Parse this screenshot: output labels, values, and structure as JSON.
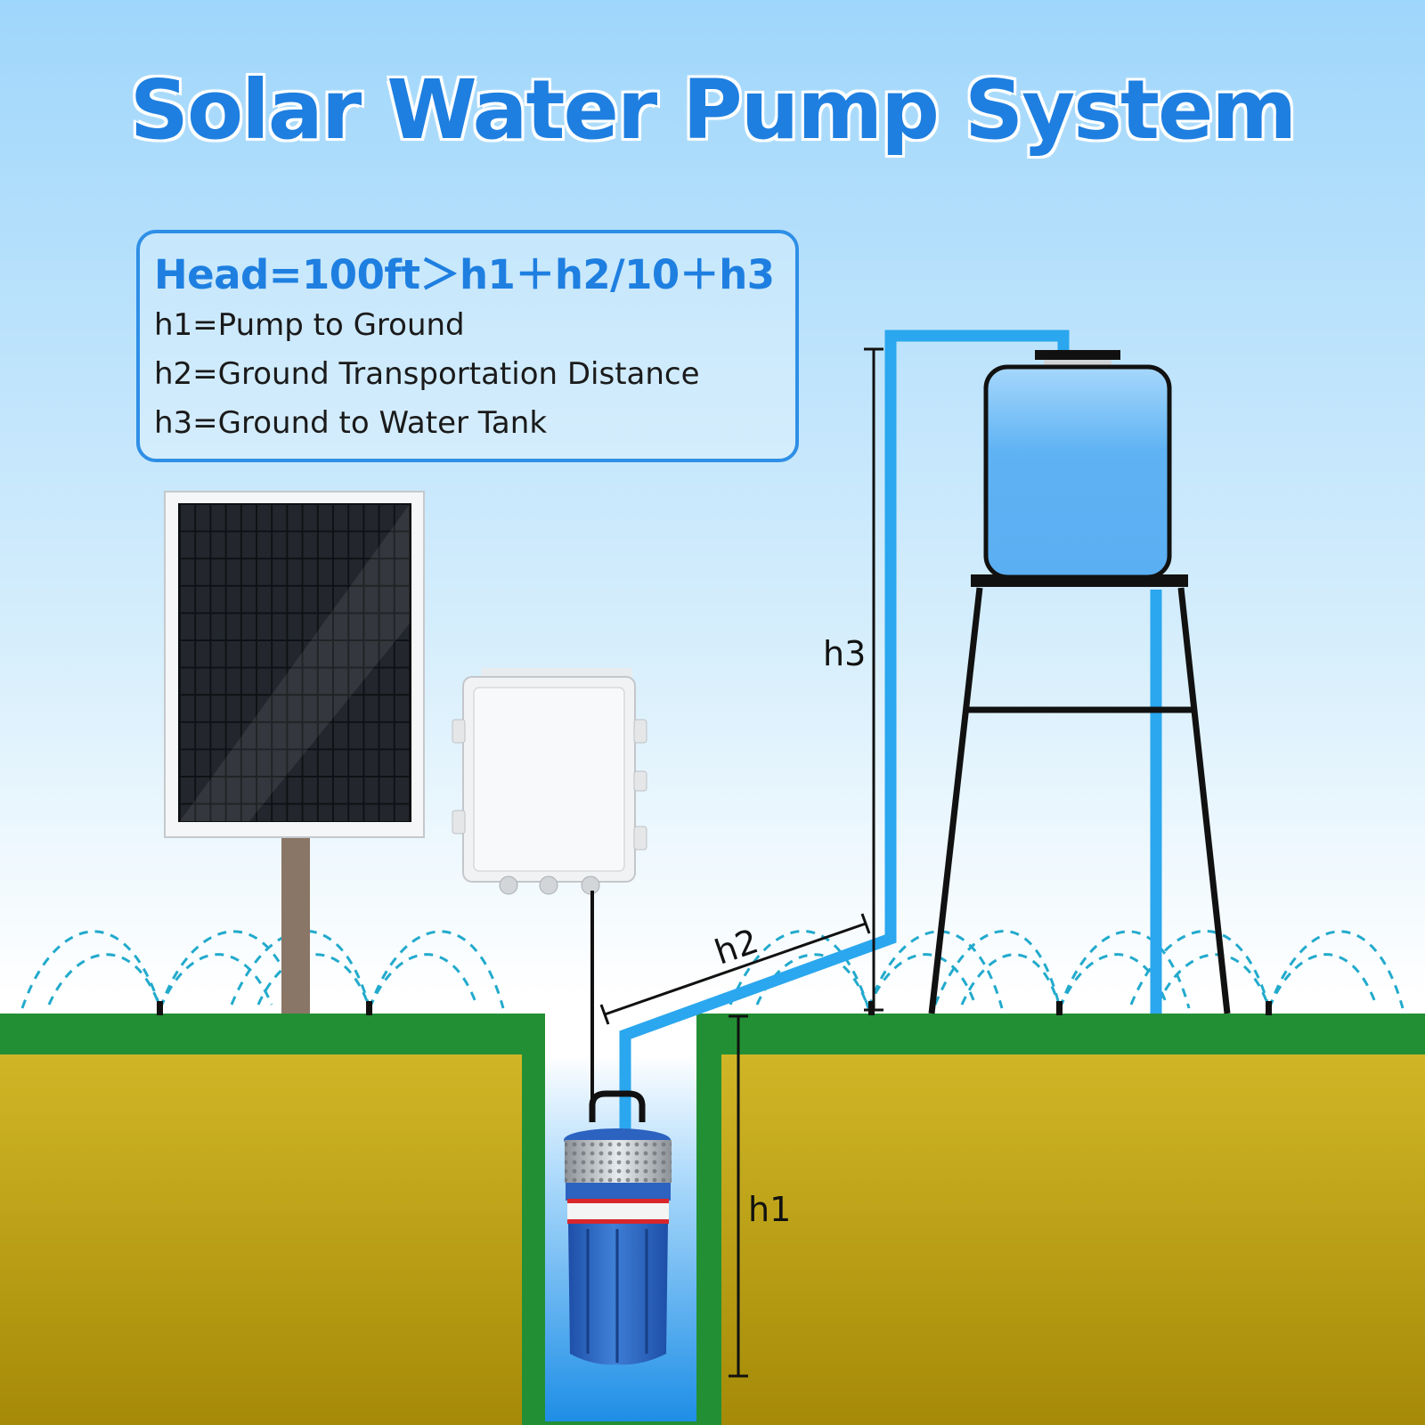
{
  "title": "Solar Water Pump System",
  "formula": {
    "head": "Head=100ft＞h1＋h2/10＋h3",
    "definitions": [
      "h1=Pump to Ground",
      "h2=Ground Transportation Distance",
      "h3=Ground to Water Tank"
    ]
  },
  "labels": {
    "h1": "h1",
    "h2": "h2",
    "h3": "h3"
  },
  "colors": {
    "title": "#1e7fe0",
    "pipe": "#2aa7ee",
    "grass": "#238f35",
    "soil": "#c9b21e",
    "water": "#47a9f0",
    "sprinkler": "#22aacc"
  }
}
